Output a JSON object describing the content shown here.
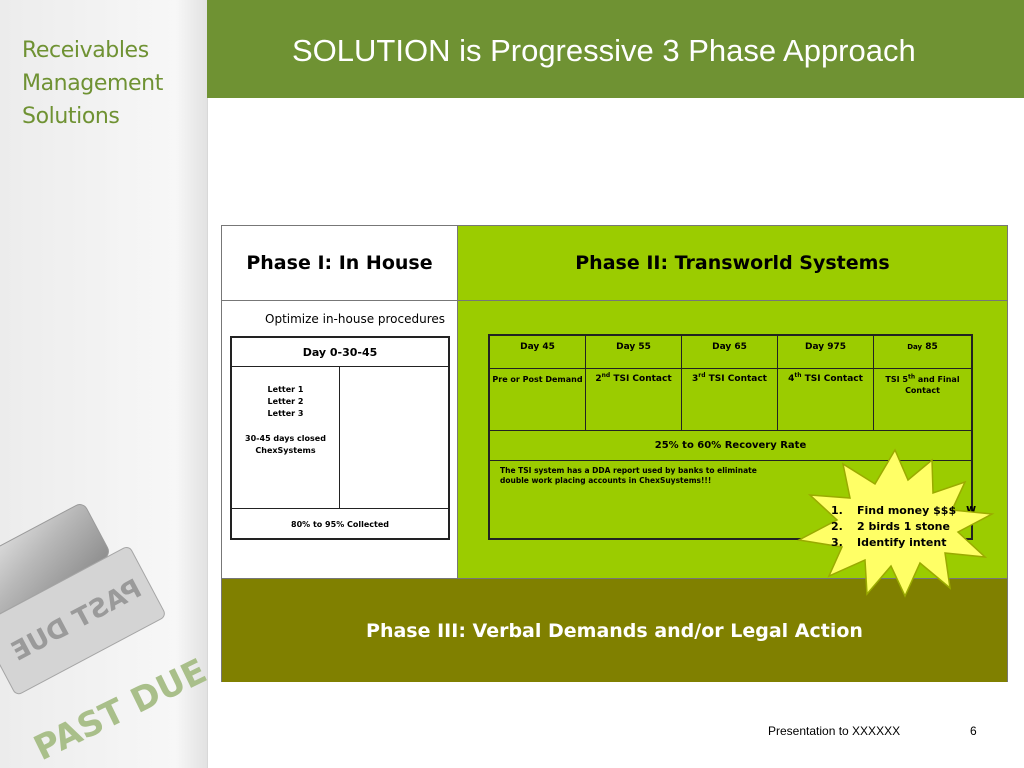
{
  "logo": {
    "lines": [
      "Receivables",
      "Management",
      "Solutions"
    ]
  },
  "stamp": {
    "text": "PAST DUE"
  },
  "title": "SOLUTION is Progressive 3 Phase Approach",
  "phase1": {
    "heading": "Phase I: In House",
    "subtitle": "Optimize in-house procedures",
    "table": {
      "header": "Day 0-30-45",
      "letters": [
        "Letter 1",
        "Letter 2",
        "Letter 3"
      ],
      "closed": "30-45 days closed",
      "system": "ChexSystems",
      "collected": "80% to 95% Collected"
    }
  },
  "phase2": {
    "heading": "Phase II: Transworld Systems",
    "days": [
      "Day 45",
      "Day 55",
      "Day 65",
      "Day 975"
    ],
    "day5_prefix": "Day",
    "day5_num": "85",
    "stage1": "Pre or Post Demand",
    "stage2_num": "2",
    "stage2_sup": "nd",
    "stage2_text": "TSI Contact",
    "stage3_num": "3",
    "stage3_sup": "rd",
    "stage3_text": "TSI Contact",
    "stage4_num": "4",
    "stage4_sup": "th",
    "stage4_text": "TSI Contact",
    "stage5_prefix": "TSI 5",
    "stage5_sup": "th",
    "stage5_text": "and Final Contact",
    "recovery": "25% to 60% Recovery Rate",
    "note": "The TSI system has a DDA report used by banks to eliminate double work placing accounts in ChexSuystems!!!",
    "peek": "w"
  },
  "callout": {
    "items": [
      {
        "num": "1.",
        "text": "Find money $$$"
      },
      {
        "num": "2.",
        "text": "2 birds 1 stone"
      },
      {
        "num": "3.",
        "text": "Identify intent"
      }
    ]
  },
  "phase3": {
    "heading": "Phase III:  Verbal Demands and/or Legal Action"
  },
  "footer": {
    "text": "Presentation to XXXXXX",
    "page": "6"
  },
  "colors": {
    "header": "#6f9233",
    "phase2": "#9bcc00",
    "phase3": "#808000",
    "callout": "#ffff66"
  }
}
